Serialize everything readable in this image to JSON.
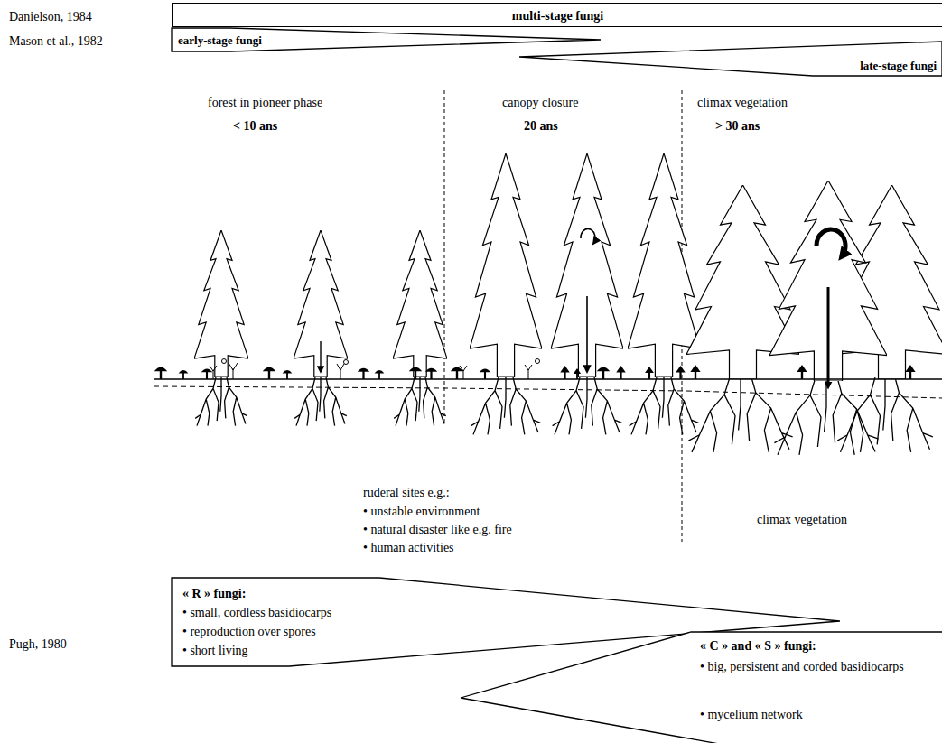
{
  "diagram": {
    "nodes": [
      {
        "text": [
          "multi-stage fungi"
        ]
      },
      {
        "text": [
          "early-stage fungi"
        ]
      },
      {
        "text": [
          "late-stage fungi"
        ]
      },
      {
        "text": [
          "« R » fungi:",
          "• small, cordless basidiocarps",
          "• reproduction over spores",
          "• short living"
        ]
      },
      {
        "text": [
          "« C » and « S » fungi:",
          "• big, persistent and corded basidiocarps",
          "• mycelium network"
        ]
      }
    ],
    "labels": [
      "Danielson, 1984",
      "Mason et al., 1982",
      "forest in pioneer phase",
      "< 10 ans",
      "canopy closure",
      "20 ans",
      "climax vegetation",
      "> 30 ans",
      "ruderal sites e.g.:",
      "• unstable environment",
      "• natural disaster like e.g. fire",
      "• human activities",
      "climax vegetation",
      "Pugh, 1980"
    ]
  }
}
